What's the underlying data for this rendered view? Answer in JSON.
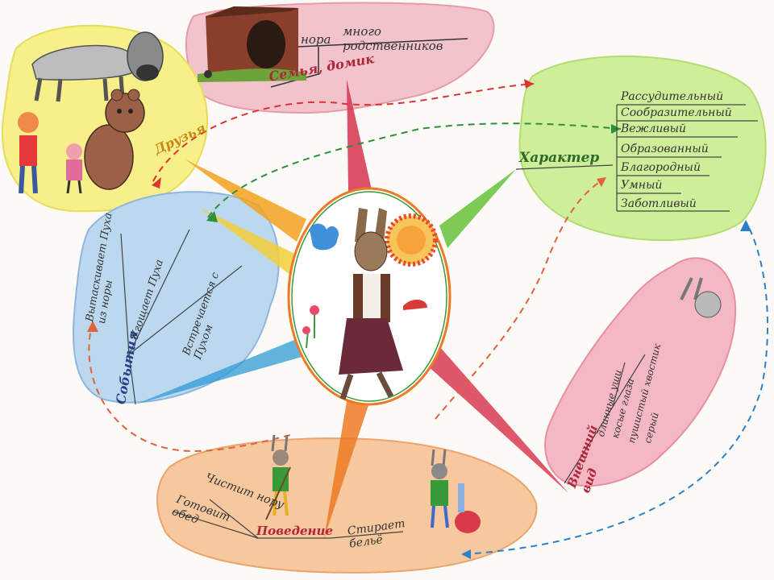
{
  "branches": {
    "friends": {
      "label": "Друзья",
      "color": "#c8891a"
    },
    "family": {
      "label": "Семья, домик",
      "color": "#b0263a",
      "items": [
        "нора",
        "много родственников"
      ]
    },
    "character": {
      "label": "Характер",
      "color": "#2f6a2a",
      "items": [
        "Рассудительный",
        "Сообразительный",
        "Вежливый",
        "Образованный",
        "Благородный",
        "Умный",
        "Заботливый"
      ]
    },
    "events": {
      "label": "События",
      "color": "#2a3f8a",
      "items": [
        "Вытаскивает Пуха из норы",
        "Угощает Пуха",
        "Встречается с Пухом"
      ]
    },
    "appearance": {
      "label": "Внешний вид",
      "color": "#b0263a",
      "items": [
        "длинные уши",
        "косые глаза",
        "пушистый хвостик",
        "серый"
      ]
    },
    "behavior": {
      "label": "Поведение",
      "color": "#b0263a",
      "items": [
        "Чистит нору",
        "Готовит обед",
        "Стирает бельё"
      ]
    }
  },
  "colors": {
    "family_bubble": "#f3c3cc",
    "friends_bubble": "#f6ef8a",
    "character_bubble": "#cfee9a",
    "events_bubble": "#bcd8ef",
    "appearance_bubble": "#f4b8c4",
    "behavior_bubble": "#f7c79e"
  }
}
